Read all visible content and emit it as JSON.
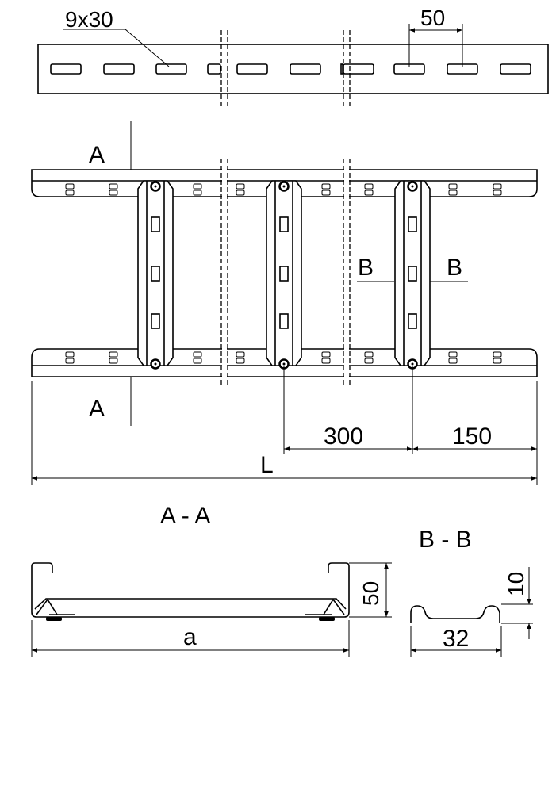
{
  "top_view": {
    "slot_label": "9x30",
    "pitch_label": "50"
  },
  "plan_view": {
    "section_a": "A",
    "section_b": "B",
    "rung_pitch": "300",
    "end_distance": "150",
    "length": "L"
  },
  "section_aa": {
    "title": "A - A",
    "height": "50",
    "width": "a"
  },
  "section_bb": {
    "title": "B - B",
    "depth": "10",
    "width": "32"
  }
}
